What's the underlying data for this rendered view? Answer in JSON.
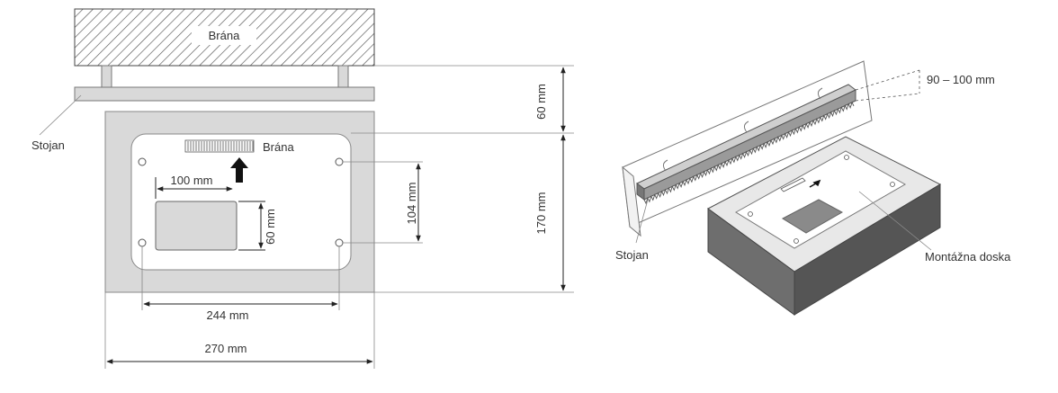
{
  "left": {
    "gate_label": "Brána",
    "post_label": "Stojan",
    "plate_gate_label": "Brána",
    "dim_60_vertical": "60 mm",
    "dim_170": "170 mm",
    "dim_100": "100 mm",
    "dim_60_small": "60 mm",
    "dim_104": "104 mm",
    "dim_244": "244 mm",
    "dim_270": "270 mm"
  },
  "right": {
    "dim_90_100": "90 – 100 mm",
    "post_label": "Stojan",
    "plate_label": "Montážna doska"
  }
}
